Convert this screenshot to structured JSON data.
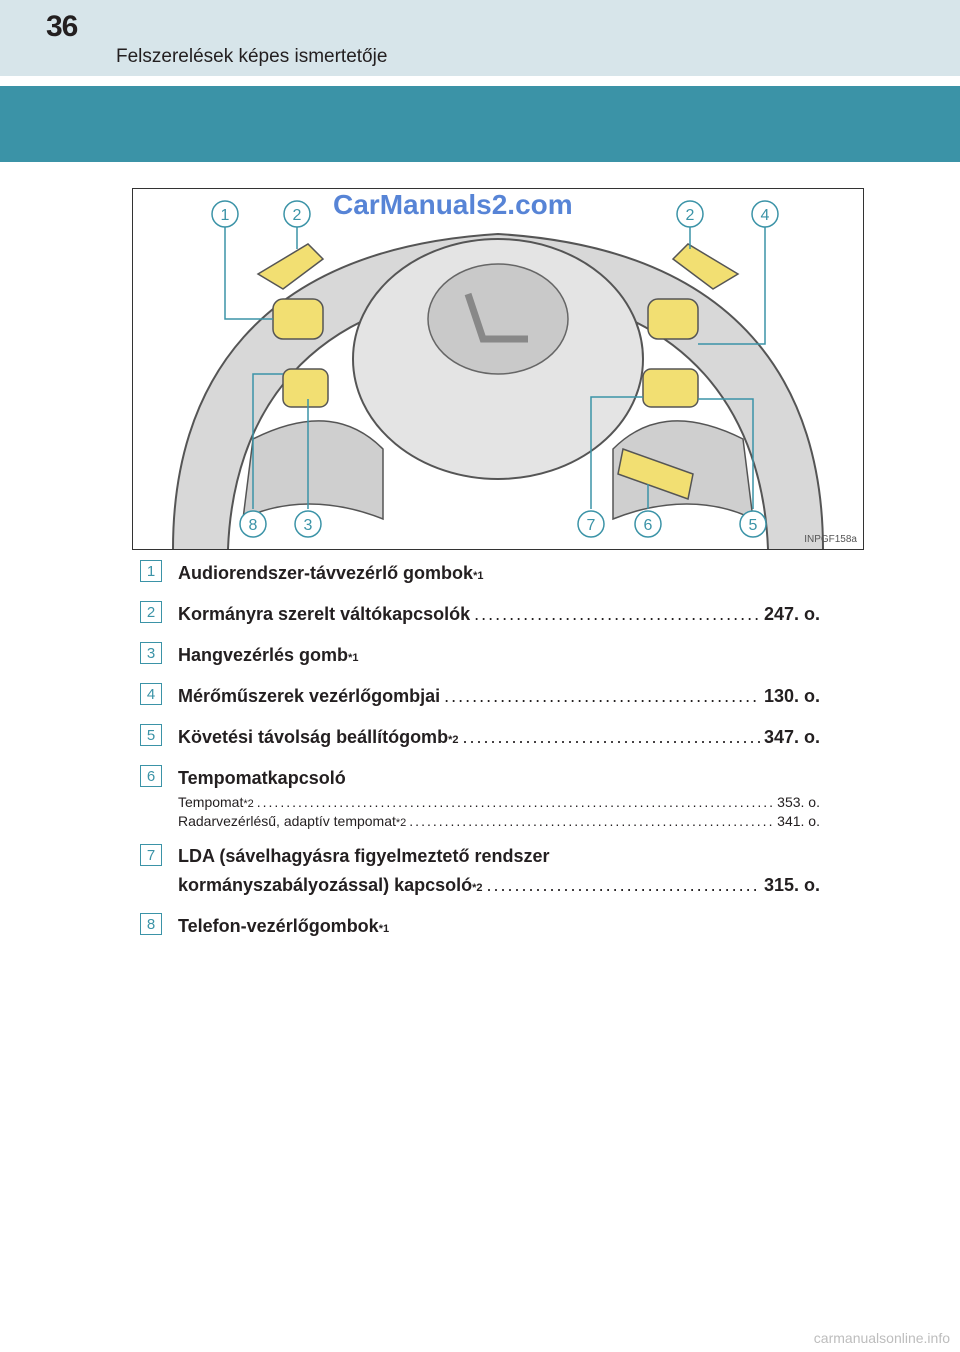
{
  "header": {
    "page_number": "36",
    "title": "Felszerelések képes ismertetője"
  },
  "figure": {
    "watermark": "CarManuals2.com",
    "figure_id": "INPGF158a",
    "callouts": [
      "1",
      "2",
      "2",
      "4",
      "8",
      "3",
      "7",
      "6",
      "5"
    ],
    "accent_color": "#f2df72"
  },
  "items": [
    {
      "num": "1",
      "label": "Audiorendszer-távvezérlő gombok",
      "sup": "*1",
      "page": ""
    },
    {
      "num": "2",
      "label": "Kormányra szerelt váltókapcsolók",
      "sup": "",
      "page": "247. o."
    },
    {
      "num": "3",
      "label": "Hangvezérlés gomb",
      "sup": "*1",
      "page": ""
    },
    {
      "num": "4",
      "label": "Mérőműszerek vezérlőgombjai",
      "sup": "",
      "page": "130. o."
    },
    {
      "num": "5",
      "label": "Követési távolság beállítógomb",
      "sup": "*2",
      "page": "347. o."
    },
    {
      "num": "6",
      "label": "Tempomatkapcsoló",
      "sup": "",
      "page": "",
      "subitems": [
        {
          "label": "Tempomat",
          "sup": "*2",
          "page": "353. o."
        },
        {
          "label": "Radarvezérlésű, adaptív tempomat",
          "sup": "*2",
          "page": "341. o."
        }
      ]
    },
    {
      "num": "7",
      "line1": "LDA (sávelhagyásra figyelmeztető rendszer",
      "label": "kormányszabályozással) kapcsoló",
      "sup": "*2",
      "page": "315. o."
    },
    {
      "num": "8",
      "label": "Telefon-vezérlőgombok",
      "sup": "*1",
      "page": ""
    }
  ],
  "footer": {
    "site": "carmanualsonline.info"
  }
}
